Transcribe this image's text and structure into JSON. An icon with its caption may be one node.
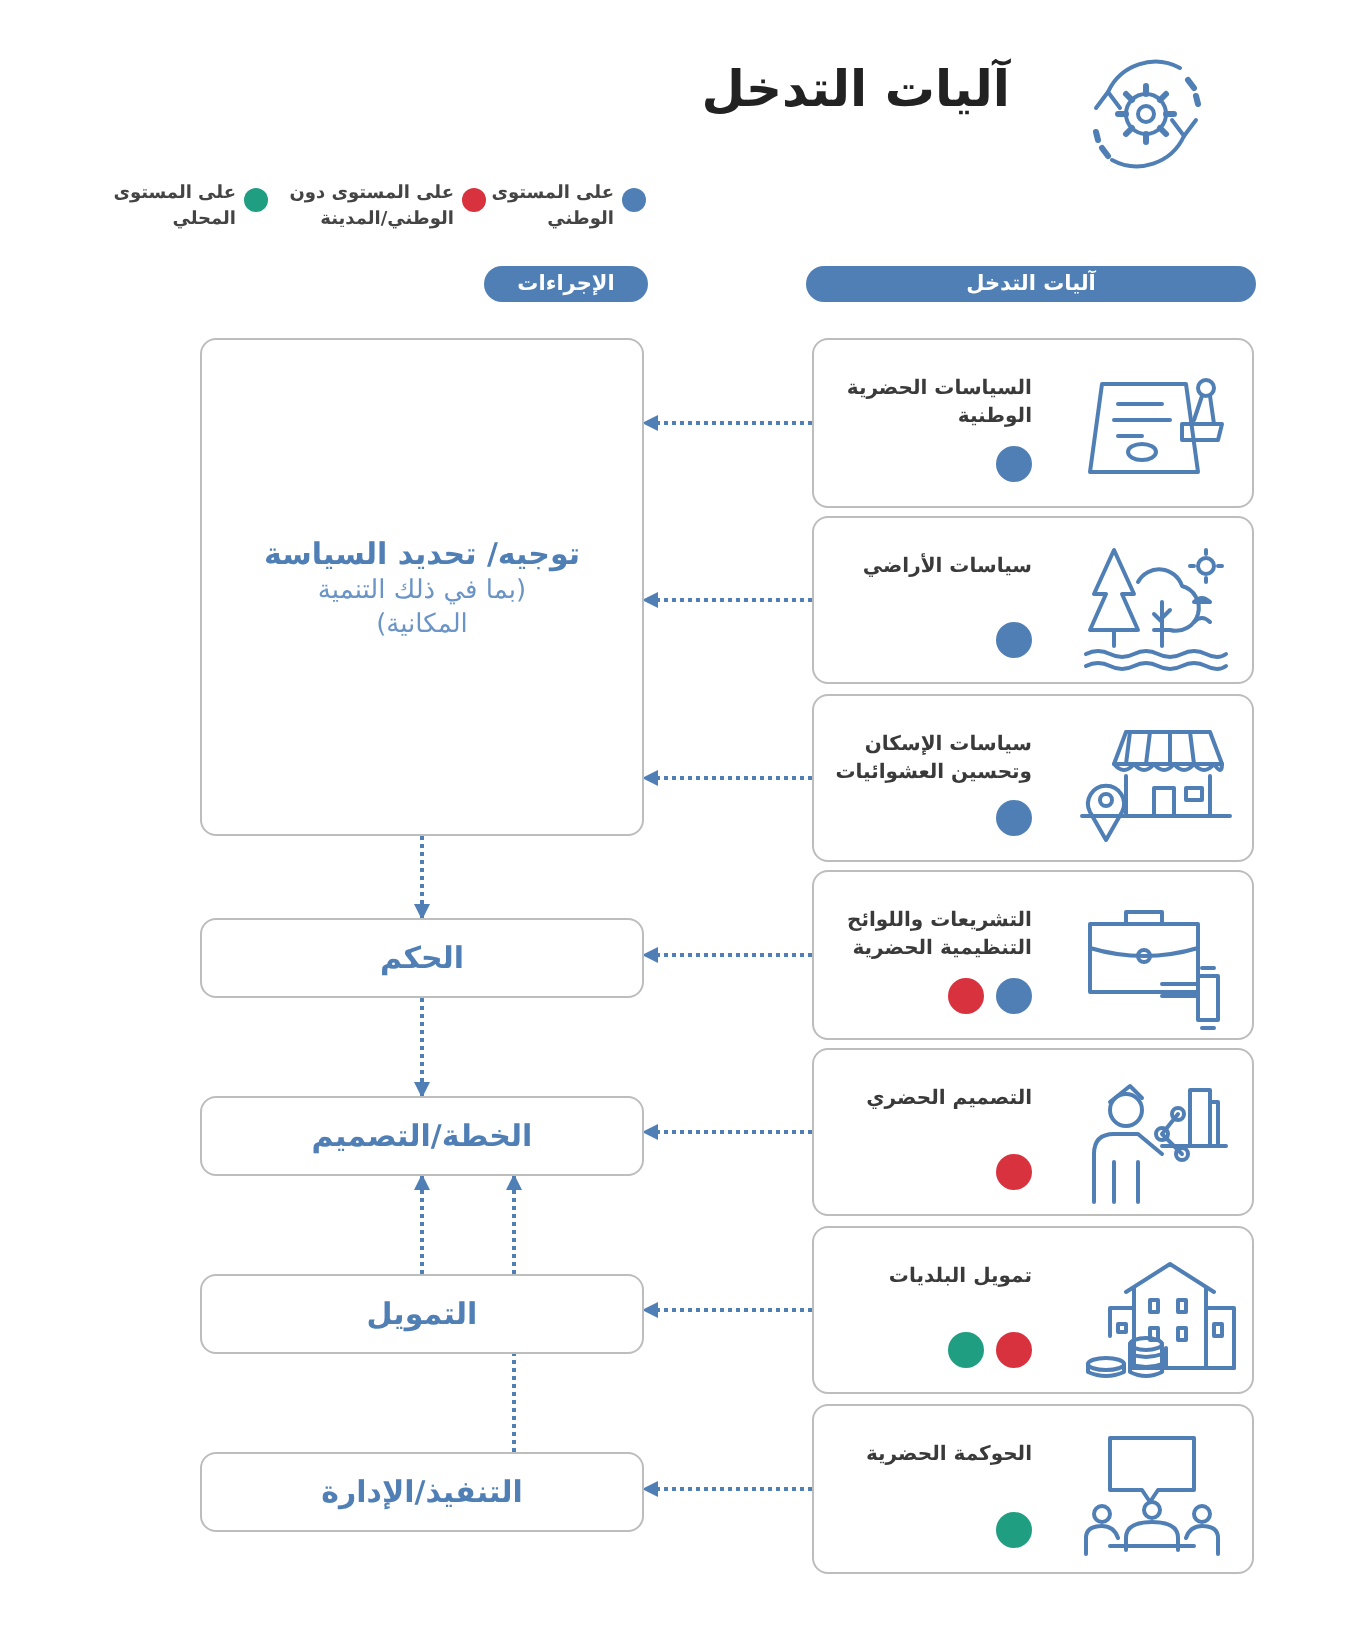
{
  "diagram": {
    "title": "آليات التدخل",
    "nodes": [
      {
        "text": [
          "آليات التدخل"
        ]
      },
      {
        "text": [
          "الإجراءات"
        ]
      },
      {
        "text": [
          "السياسات الحضرية الوطنية"
        ]
      },
      {
        "text": [
          "سياسات الأراضي"
        ]
      },
      {
        "text": [
          "سياسات الإسكان وتحسين العشوائيات"
        ]
      },
      {
        "text": [
          "التشريعات واللوائح التنظيمية الحضرية"
        ]
      },
      {
        "text": [
          "التصميم الحضري"
        ]
      },
      {
        "text": [
          "تمويل البلديات"
        ]
      },
      {
        "text": [
          "الحوكمة الحضرية"
        ]
      },
      {
        "text": [
          "توجيه/ تحديد السياسة",
          "(بما في ذلك التنمية المكانية)"
        ]
      },
      {
        "text": [
          "الحكم"
        ]
      },
      {
        "text": [
          "الخطة/التصميم"
        ]
      },
      {
        "text": [
          "التمويل"
        ]
      },
      {
        "text": [
          "التنفيذ/الإدارة"
        ]
      },
      {
        "text": [],
        "shape": "circle",
        "in": 2
      },
      {
        "text": [],
        "shape": "circle",
        "in": 3
      },
      {
        "text": [],
        "shape": "circle",
        "in": 4
      },
      {
        "text": [],
        "shape": "circle",
        "in": 5
      },
      {
        "text": [],
        "shape": "circle",
        "in": 5
      },
      {
        "text": [],
        "shape": "circle",
        "in": 6
      },
      {
        "text": [],
        "shape": "circle",
        "in": 7
      },
      {
        "text": [],
        "shape": "circle",
        "in": 7
      },
      {
        "text": [],
        "shape": "circle",
        "in": 8
      }
    ],
    "edges": [
      {
        "from": 2,
        "to": 9,
        "arrow": "to"
      },
      {
        "from": 3,
        "to": 9,
        "arrow": "to"
      },
      {
        "from": 4,
        "to": 9,
        "arrow": "to"
      },
      {
        "from": 5,
        "to": 10,
        "arrow": "to"
      },
      {
        "from": 6,
        "to": 11,
        "arrow": "to"
      },
      {
        "from": 7,
        "to": 12,
        "arrow": "to"
      },
      {
        "from": 8,
        "to": 13,
        "arrow": "to"
      },
      {
        "from": 9,
        "to": 10,
        "arrow": "to"
      },
      {
        "from": 10,
        "to": 11,
        "arrow": "to"
      },
      {
        "from": 12,
        "to": 11,
        "arrow": "to"
      },
      {
        "from": 12,
        "to": 11,
        "arrow": "to"
      },
      {
        "from": 13,
        "to": 12,
        "arrow": "none"
      }
    ],
    "legend": [
      {
        "text": "على المستوى الوطني",
        "color": "#4f7fb5"
      },
      {
        "text": "على المستوى دون الوطني/المدينة",
        "color": "#d9323f"
      },
      {
        "text": "على المستوى المحلي",
        "color": "#1f9e82"
      }
    ]
  }
}
